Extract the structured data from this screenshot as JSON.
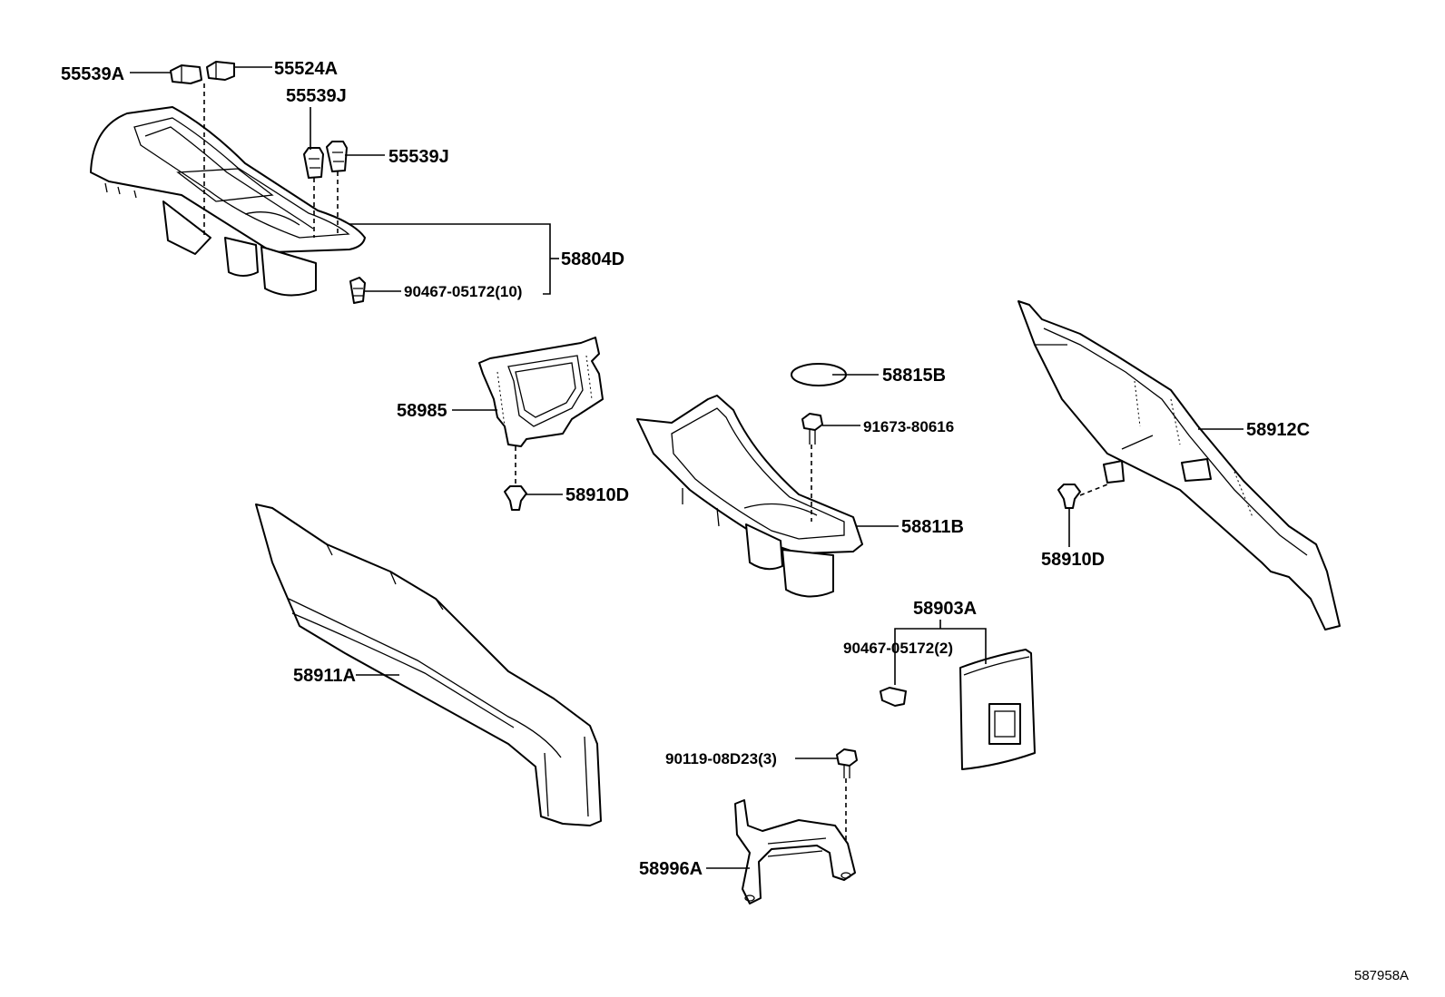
{
  "parts": {
    "p55539A": "55539A",
    "p55524A": "55524A",
    "p55539J_top": "55539J",
    "p55539J_right": "55539J",
    "p58804D": "58804D",
    "p90467_10": "90467-05172(10)",
    "p58815B": "58815B",
    "p91673": "91673-80616",
    "p58985": "58985",
    "p58910D_mid": "58910D",
    "p58811B": "58811B",
    "p58912C": "58912C",
    "p58910D_right": "58910D",
    "p58903A": "58903A",
    "p90467_2": "90467-05172(2)",
    "p58911A": "58911A",
    "p90119": "90119-08D23(3)",
    "p58996A": "58996A"
  },
  "diagram_ref": "587958A"
}
